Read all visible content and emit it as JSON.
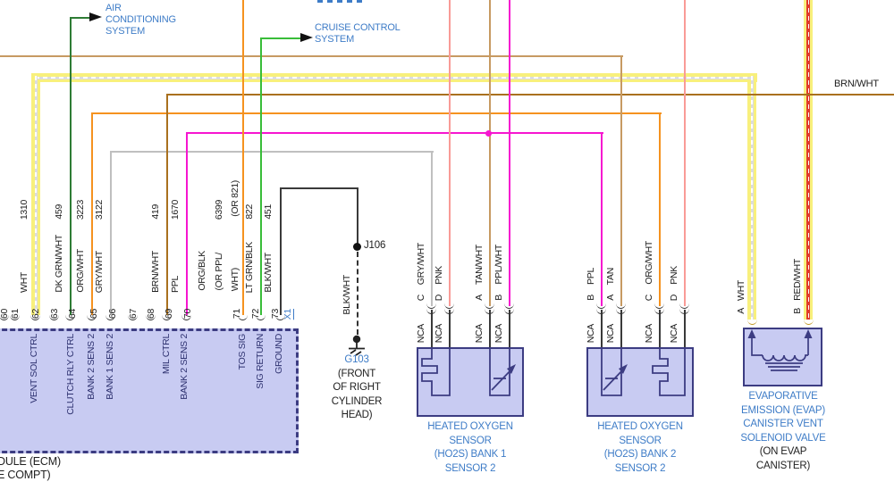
{
  "diagram": {
    "links": {
      "air": [
        "AIR",
        "CONDITIONING",
        "SYSTEM"
      ],
      "cruise": [
        "CRUISE CONTROL",
        "SYSTEM"
      ]
    },
    "brn_wht_run_label": "BRN/WHT",
    "ecm": {
      "connector_id": "X1",
      "name_partial": "DULE (ECM)",
      "location_partial": "E COMPT)",
      "pins": [
        {
          "number": "60"
        },
        {
          "number": "61"
        },
        {
          "number": "62",
          "circuit": "1310",
          "color": "WHT",
          "function": "VENT SOL CTRL"
        },
        {
          "number": "63"
        },
        {
          "number": "64",
          "circuit": "459",
          "color": "DK GRN/WHT",
          "function": "CLUTCH RLY CTRL"
        },
        {
          "number": "65",
          "circuit": "3223",
          "color": "ORG/WHT",
          "function": "BANK 2 SENS 2"
        },
        {
          "number": "66",
          "circuit": "3122",
          "color": "GRY/WHT",
          "function": "BANK 1 SENS 2"
        },
        {
          "number": "67"
        },
        {
          "number": "68"
        },
        {
          "number": "69",
          "circuit": "419",
          "color": "BRN/WHT",
          "function": "MIL CTRL"
        },
        {
          "number": "70",
          "circuit": "1670",
          "color": "PPL",
          "function": "BANK 2 SENS 2"
        },
        {
          "number": "71",
          "circuit": "6399",
          "circuit_alt": "(OR 821)",
          "color": "ORG/BLK",
          "color_alt_1": "(OR PPL/",
          "color_alt_2": "WHT)",
          "function": "TOS SIG"
        },
        {
          "number": "72",
          "circuit": "822",
          "color": "LT GRN/BLK",
          "function": "SIG RETURN"
        },
        {
          "number": "73",
          "circuit": "451",
          "color": "BLK/WHT",
          "function": "GROUND"
        }
      ]
    },
    "ground_path": {
      "junction": "J106",
      "wire": "BLK/WHT",
      "ground_id": "G103",
      "location": [
        "(FRONT",
        "OF RIGHT",
        "CYLINDER",
        "HEAD)"
      ]
    },
    "ho2s_b1": {
      "pins": [
        {
          "letter": "C",
          "color": "GRY/WHT",
          "term": "NCA"
        },
        {
          "letter": "D",
          "color": "PNK",
          "term": "NCA"
        },
        {
          "letter": "A",
          "color": "TAN/WHT",
          "term": "NCA"
        },
        {
          "letter": "B",
          "color": "PPL/WHT",
          "term": "NCA"
        }
      ],
      "caption": [
        "HEATED OXYGEN",
        "SENSOR",
        "(HO2S) BANK 1",
        "SENSOR 2"
      ]
    },
    "ho2s_b2": {
      "pins": [
        {
          "letter": "B",
          "color": "PPL",
          "term": "NCA"
        },
        {
          "letter": "A",
          "color": "TAN",
          "term": "NCA"
        },
        {
          "letter": "C",
          "color": "ORG/WHT",
          "term": "NCA"
        },
        {
          "letter": "D",
          "color": "PNK",
          "term": "NCA"
        }
      ],
      "caption": [
        "HEATED OXYGEN",
        "SENSOR",
        "(HO2S) BANK 2",
        "SENSOR 2"
      ]
    },
    "evap": {
      "pins": [
        {
          "letter": "A",
          "color": "WHT"
        },
        {
          "letter": "B",
          "color": "RED/WHT"
        }
      ],
      "caption": [
        "EVAPORATIVE",
        "EMISSION (EVAP)",
        "CANISTER VENT",
        "SOLENOID VALVE"
      ],
      "location": [
        "(ON EVAP",
        "CANISTER)"
      ]
    },
    "palette": {
      "highlight": "#f8f07c",
      "blue_link": "#3e7cc7",
      "component_fill": "#c8cbf2",
      "component_border": "#3c3c82",
      "tan": "#c79a62",
      "brown": "#a9701e",
      "orange": "#f5921f",
      "dk_green": "#2e7c35",
      "lt_green": "#39bd39",
      "grey": "#bfbfbf",
      "magenta": "#f616d0",
      "pink": "#f99b97",
      "red": "#e03a2c",
      "black_wire": "#3a3a3a"
    }
  }
}
